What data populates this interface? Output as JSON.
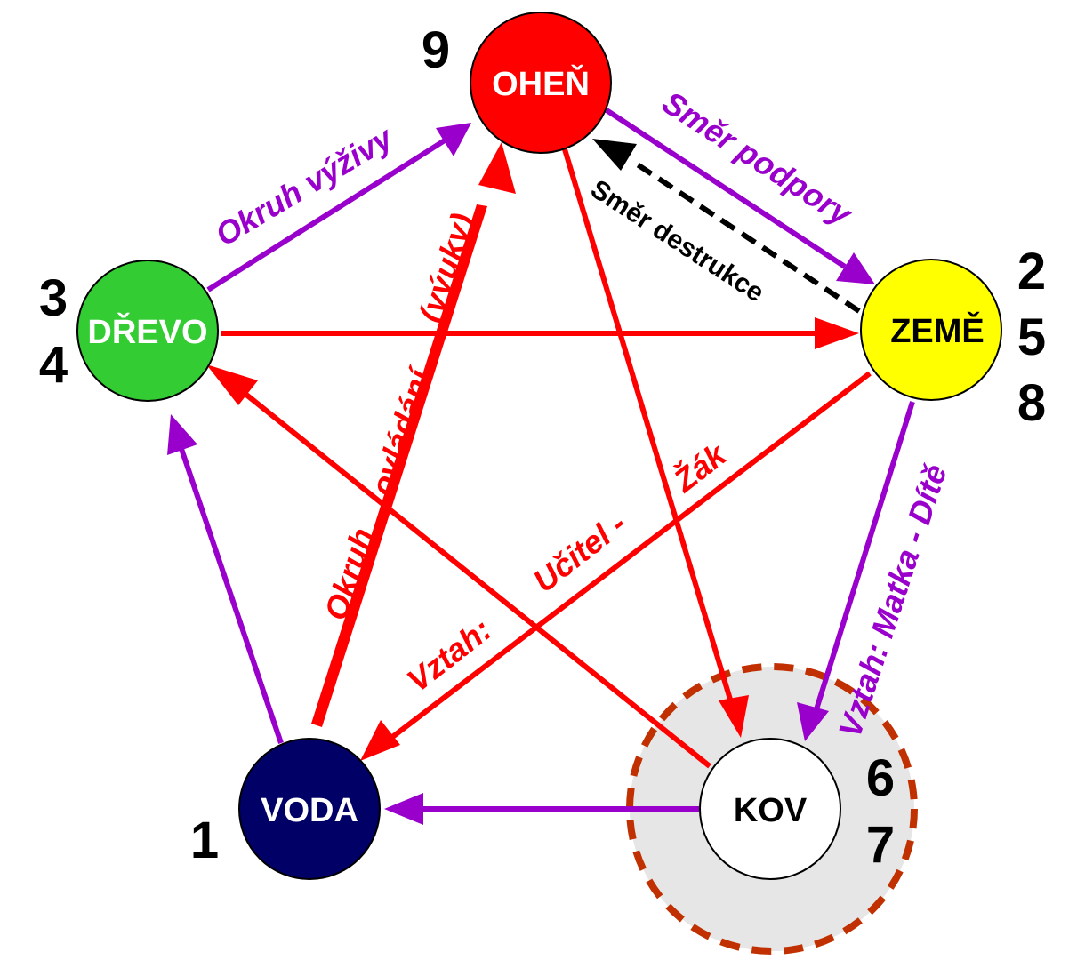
{
  "nodes": {
    "ohen": {
      "label": "OHEŇ",
      "fill": "#ff0000",
      "text_color": "#ffffff"
    },
    "zeme": {
      "label": "ZEMĚ",
      "fill": "#ffff00",
      "text_color": "#000000"
    },
    "kov": {
      "label": "KOV",
      "fill": "#ffffff",
      "text_color": "#000000"
    },
    "voda": {
      "label": "VODA",
      "fill": "#000066",
      "text_color": "#ffffff"
    },
    "drevo": {
      "label": "DŘEVO",
      "fill": "#33cc33",
      "text_color": "#ffffff"
    }
  },
  "numbers": {
    "ohen": "9",
    "zeme": [
      "2",
      "5",
      "8"
    ],
    "kov": [
      "6",
      "7"
    ],
    "voda": "1",
    "drevo": [
      "3",
      "4"
    ]
  },
  "labels": {
    "okruh_vyzivy": "Okruh výživy",
    "smer_podpory": "Směr podpory",
    "smer_destrukce": "Směr destrukce",
    "vztah_matka_dite": "Vztah: Matka - Dítě",
    "vyuky": "(výuky)",
    "okruh_ovladani_1": "Okruh",
    "okruh_ovladani_2": "ovládání",
    "vztah_ucitel_1": "Vztah:",
    "vztah_ucitel_2": "Učitel -",
    "vztah_ucitel_3": "Žák"
  },
  "colors": {
    "support_arrow": "#9900cc",
    "control_arrow": "#ff0000",
    "destruction_arrow": "#000000",
    "highlight_ring": "#c03000",
    "highlight_fill": "#e6e6e6"
  }
}
